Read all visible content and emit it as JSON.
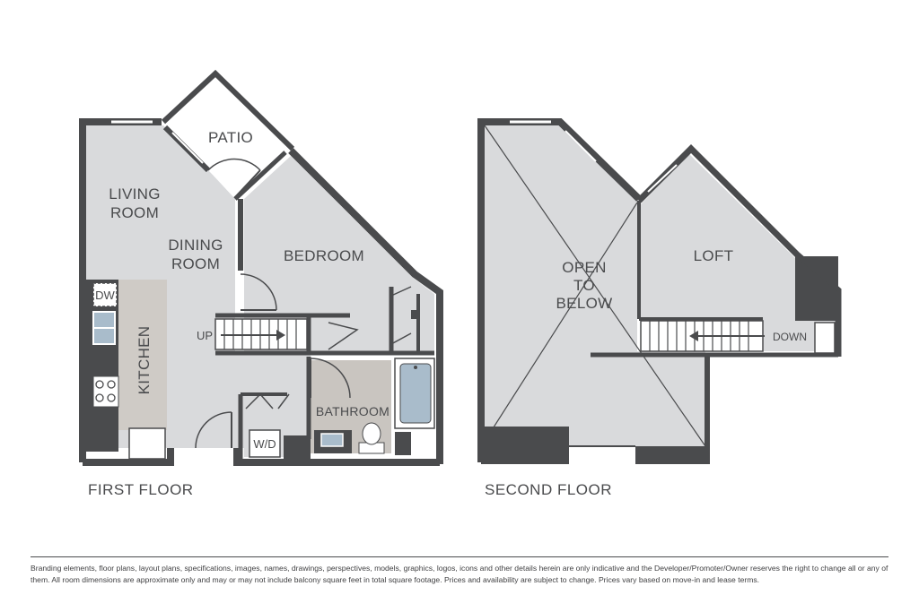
{
  "rooms": {
    "patio": "PATIO",
    "living_room": [
      "LIVING",
      "ROOM"
    ],
    "dining_room": [
      "DINING",
      "ROOM"
    ],
    "bedroom": "BEDROOM",
    "kitchen": "KITCHEN",
    "bathroom": "BATHROOM",
    "open_to_below": [
      "OPEN",
      "TO",
      "BELOW"
    ],
    "loft": "LOFT"
  },
  "fixtures": {
    "dishwasher": "DW",
    "washer_dryer": "W/D",
    "stairs_up": "UP",
    "stairs_down": "DOWN"
  },
  "floors": {
    "first": "FIRST FLOOR",
    "second": "SECOND FLOOR"
  },
  "disclaimer": "Branding elements, floor plans, layout plans, specifications, images, names, drawings, perspectives, models, graphics, logos, icons and other details herein are only indicative and the Developer/Promoter/Owner reserves the right to change all or any of them. All room dimensions are approximate only and may or may not include balcony square feet in total square footage. Prices and availability are subject to change. Prices vary based on move-in and lease terms.",
  "colors": {
    "wall": "#4a4b4d",
    "floor": "#d9dadc",
    "kitchen_counter": "#cfcbc6",
    "bathroom_floor": "#c9c5c0",
    "tub_water": "#a9bccb"
  }
}
